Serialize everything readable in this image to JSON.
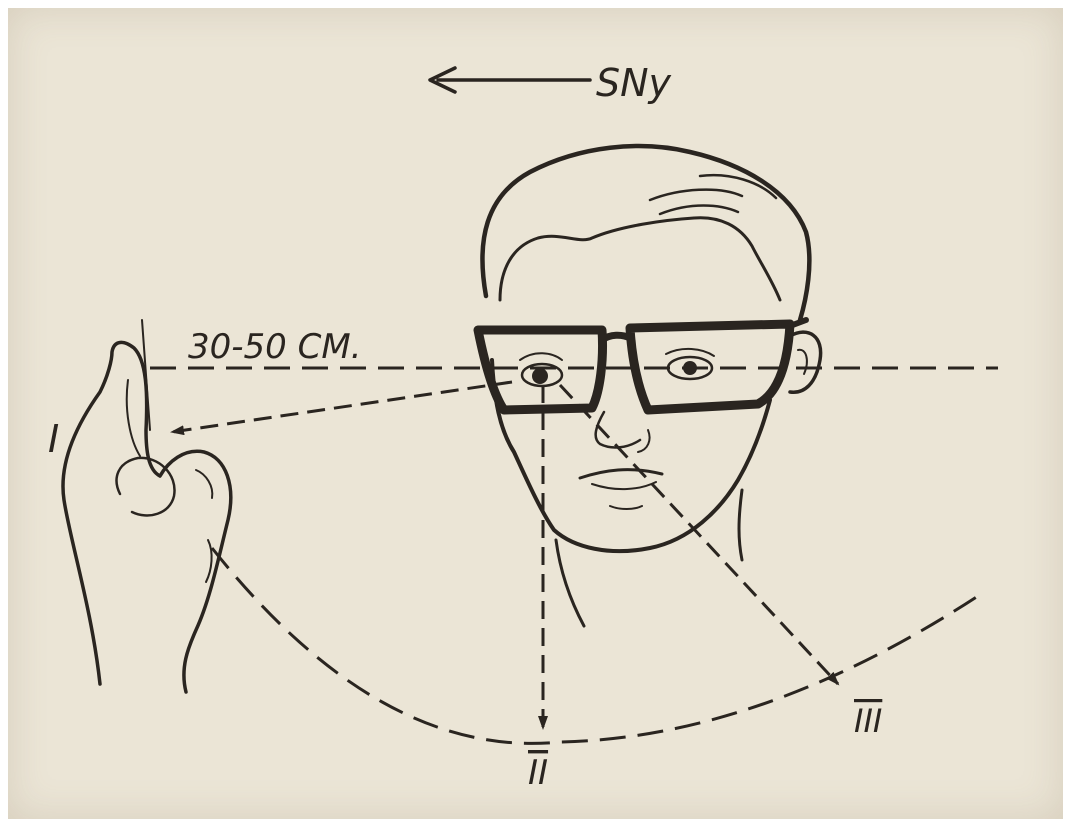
{
  "direction_label": "SNy",
  "distance_label": "30-50 CM.",
  "position_labels": {
    "first": "I",
    "second": "II",
    "third": "III"
  },
  "colors": {
    "paper": "#ebe5d6",
    "ink": "#2a2520"
  }
}
